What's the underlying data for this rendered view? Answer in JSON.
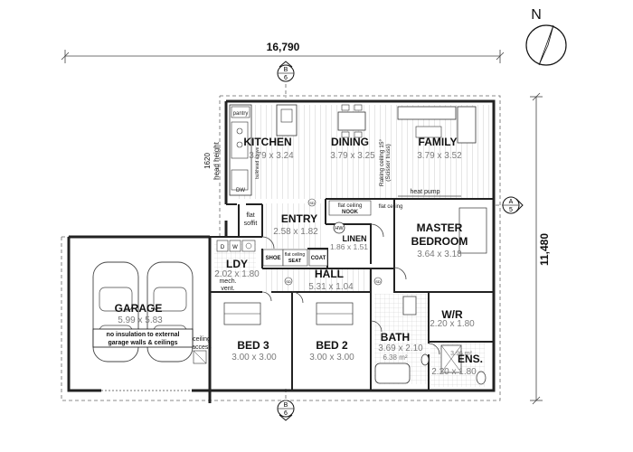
{
  "dimensions": {
    "overall_width": "16,790",
    "overall_depth": "11,480"
  },
  "compass": {
    "label": "N"
  },
  "section_markers": {
    "top": {
      "letter": "B",
      "number": "6"
    },
    "bottom": {
      "letter": "B",
      "number": "6"
    },
    "right": {
      "letter": "A",
      "number": "5"
    }
  },
  "rooms": {
    "kitchen": {
      "name": "KITCHEN",
      "size": "3.79 x 3.24"
    },
    "dining": {
      "name": "DINING",
      "size": "3.79 x 3.25"
    },
    "family": {
      "name": "FAMILY",
      "size": "3.79 x 3.52"
    },
    "entry": {
      "name": "ENTRY",
      "size": "2.58 x 1.82"
    },
    "linen": {
      "name": "LINEN",
      "size": "1.86 x 1.51"
    },
    "master": {
      "name_line1": "MASTER",
      "name_line2": "BEDROOM",
      "size": "3.64 x 3.18"
    },
    "garage": {
      "name": "GARAGE",
      "size": "5.99 x 5.83",
      "note_line1": "no insulation to external",
      "note_line2": "garage walls & ceilings"
    },
    "laundry": {
      "name": "LDY",
      "size": "2.02 x 1.80"
    },
    "hall": {
      "name": "HALL",
      "size": "5.31 x 1.04"
    },
    "wr": {
      "name": "W/R",
      "size": "2.20 x 1.80"
    },
    "bath": {
      "name": "BATH",
      "size": "3.69 x 2.10",
      "area": "6.38 m²"
    },
    "ens": {
      "name": "ENS.",
      "size1": "3.96 m²",
      "size2": "2.20 x 1.80"
    },
    "bed3": {
      "name": "BED 3",
      "size": "3.00 x 3.00"
    },
    "bed2": {
      "name": "BED 2",
      "size": "3.00 x 3.00"
    }
  },
  "annotations": {
    "pantry": "pantry",
    "head_height": "1620",
    "head_height_label": "head height",
    "bulkhead": "bulkhead above",
    "raking_ceiling": "Raking ceiling 15°",
    "scissor_truss": "(Scissor truss)",
    "flat_ceiling": "flat ceiling",
    "flat_soffit_1": "flat",
    "flat_soffit_2": "soffit",
    "flat_ceiling_nook_1": "flat ceiling",
    "flat_ceiling_nook_2": "NOOK",
    "hw": "HW",
    "shoe": "SHOE",
    "flat_ceiling_seat_1": "flat ceiling",
    "flat_ceiling_seat_2": "SEAT",
    "coat": "COAT",
    "heat_pump": "heat pump",
    "mech_vent_1": "mech.",
    "mech_vent_2": "vent.",
    "ceiling_access_1": "ceiling",
    "ceiling_access_2": "access",
    "sd": "SD",
    "dw": "DW",
    "w": "W",
    "d": "D"
  }
}
